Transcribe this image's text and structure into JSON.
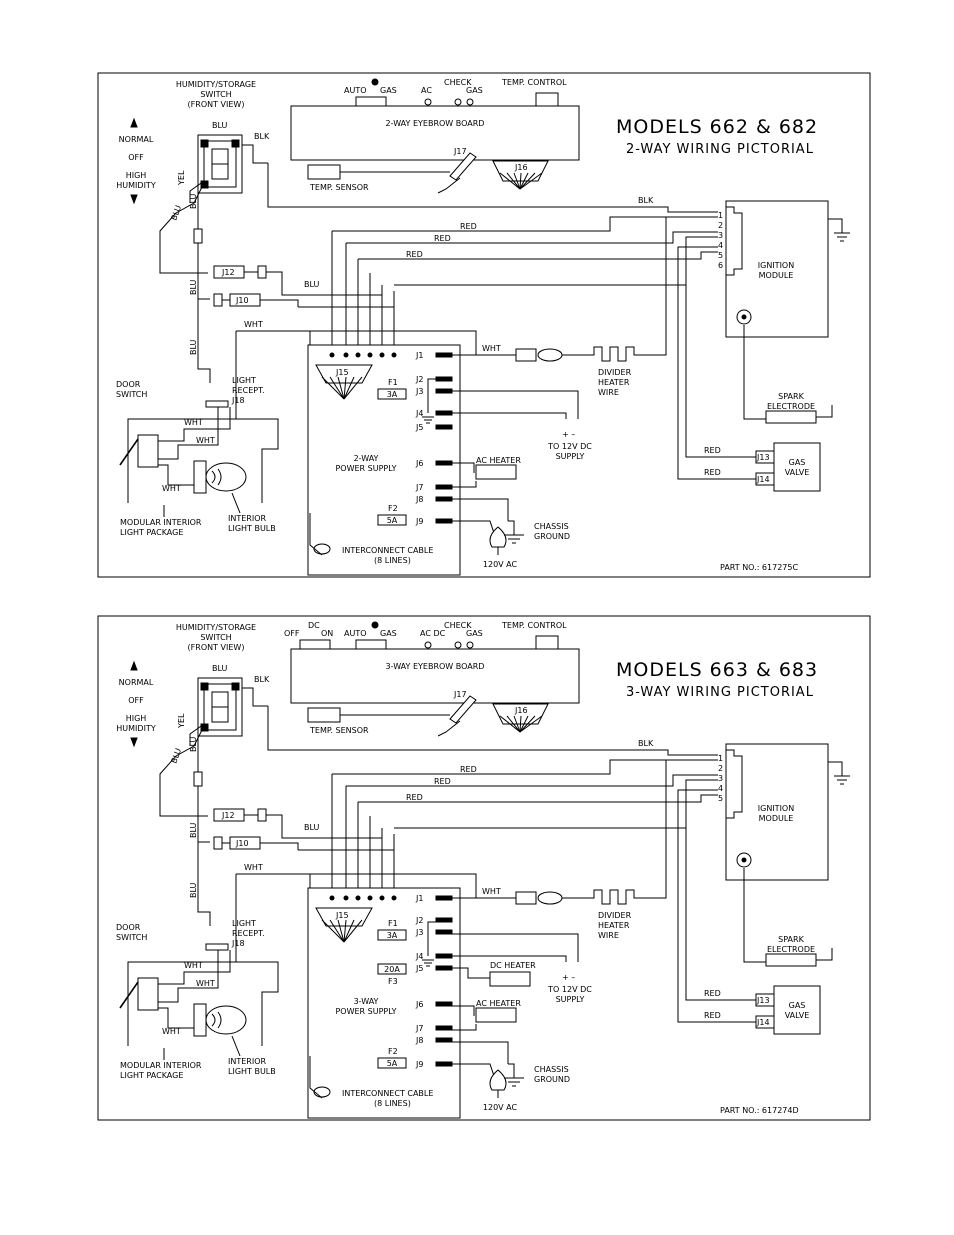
{
  "diagrams": [
    {
      "models_title": "MODELS 662 & 682",
      "pictorial_title": "2-WAY WIRING PICTORIAL",
      "part_no": "PART NO.: 617275C",
      "eyebrow_board": "2-WAY EYEBROW BOARD",
      "power_supply": [
        "2-WAY",
        "POWER SUPPLY"
      ],
      "top_labels": {
        "auto": "AUTO",
        "gas": "GAS",
        "ac": "AC",
        "check": "CHECK",
        "check_gas": "GAS",
        "temp_control": "TEMP. CONTROL"
      },
      "fuses": [
        {
          "name": "F1",
          "rating": "3A"
        },
        {
          "name": "F2",
          "rating": "5A"
        }
      ],
      "terminals": [
        "J1",
        "J2",
        "J3",
        "J4",
        "J5",
        "J6",
        "J7",
        "J8",
        "J9"
      ],
      "ignition_pins": [
        "1",
        "2",
        "3",
        "4",
        "5",
        "6"
      ]
    },
    {
      "models_title": "MODELS 663 & 683",
      "pictorial_title": "3-WAY WIRING PICTORIAL",
      "part_no": "PART NO.: 617274D",
      "eyebrow_board": "3-WAY EYEBROW BOARD",
      "power_supply": [
        "3-WAY",
        "POWER SUPPLY"
      ],
      "top_labels": {
        "off": "OFF",
        "dc": "DC",
        "on": "ON",
        "auto": "AUTO",
        "gas": "GAS",
        "acdc": "AC DC",
        "check": "CHECK",
        "check_gas": "GAS",
        "temp_control": "TEMP. CONTROL"
      },
      "fuses": [
        {
          "name": "F1",
          "rating": "3A"
        },
        {
          "name": "F3",
          "rating": "20A"
        },
        {
          "name": "F2",
          "rating": "5A"
        }
      ],
      "terminals": [
        "J1",
        "J2",
        "J3",
        "J4",
        "J5",
        "J6",
        "J7",
        "J8",
        "J9"
      ],
      "ignition_pins": [
        "1",
        "2",
        "3",
        "4",
        "5"
      ],
      "dc_heater": "DC HEATER"
    }
  ],
  "common": {
    "switch_title": [
      "HUMIDITY/STORAGE",
      "SWITCH",
      "(FRONT VIEW)"
    ],
    "switch_positions": [
      "NORMAL",
      "OFF",
      "HIGH",
      "HUMIDITY"
    ],
    "wire_blu": "BLU",
    "wire_blk": "BLK",
    "wire_yel": "YEL",
    "wire_red": "RED",
    "wire_wht": "WHT",
    "temp_sensor": "TEMP. SENSOR",
    "j17": "J17",
    "j16": "J16",
    "j15": "J15",
    "j12": "J12",
    "j10": "J10",
    "j13": "J13",
    "j14": "J14",
    "ignition_module": [
      "IGNITION",
      "MODULE"
    ],
    "spark_electrode": [
      "SPARK",
      "ELECTRODE"
    ],
    "gas_valve": [
      "GAS",
      "VALVE"
    ],
    "divider_heater": [
      "DIVIDER",
      "HEATER",
      "WIRE"
    ],
    "supply_polarity": "+ –",
    "dc_supply": [
      "TO 12V DC",
      "SUPPLY"
    ],
    "ac_heater": "AC HEATER",
    "chassis_ground": [
      "CHASSIS",
      "GROUND"
    ],
    "ac_supply": "120V AC",
    "interconnect": [
      "INTERCONNECT CABLE",
      "(8 LINES)"
    ],
    "door_switch": [
      "DOOR",
      "SWITCH"
    ],
    "light_recept": [
      "LIGHT",
      "RECEPT.",
      "J18"
    ],
    "modular_light": [
      "MODULAR INTERIOR",
      "LIGHT PACKAGE"
    ],
    "interior_bulb": [
      "INTERIOR",
      "LIGHT BULB"
    ]
  }
}
